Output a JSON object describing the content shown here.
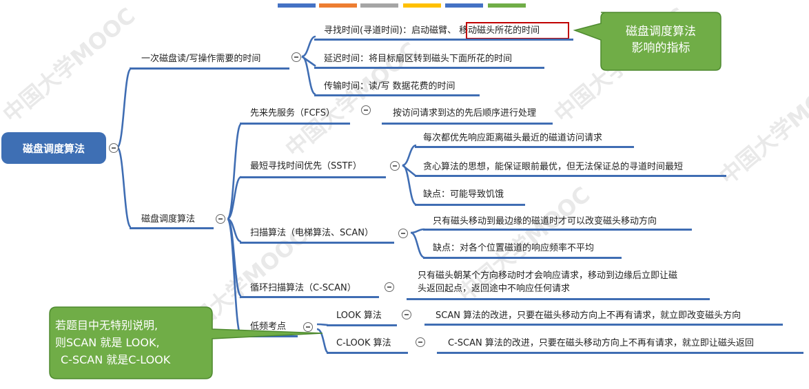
{
  "root": "磁盘调度算法",
  "watermark": "中国大学MOOC",
  "stripe_colors": [
    "#4472c4",
    "#ed7d31",
    "#a5a5a5",
    "#ffc000",
    "#4472c4",
    "#70ad47"
  ],
  "colors": {
    "node_blue": "#3e6fb4",
    "callout_green": "#70ad47",
    "highlight_red": "#c00000"
  },
  "branches": {
    "b1": {
      "label": "一次磁盘读/写操作需要的时间",
      "children": [
        {
          "prefix": "寻找时间(寻道时间)：启动磁臂、",
          "highlight": "移动磁头所花的时间"
        },
        {
          "text": "延迟时间：将目标扇区转到磁头下面所花的时间"
        },
        {
          "text": "传输时间：读/写 数据花费的时间"
        }
      ]
    },
    "b2": {
      "label": "磁盘调度算法",
      "algorithms": [
        {
          "name": "先来先服务（FCFS）",
          "notes": [
            "按访问请求到达的先后顺序进行处理"
          ]
        },
        {
          "name": "最短寻找时间优先（SSTF）",
          "notes": [
            "每次都优先响应距离磁头最近的磁道访问请求",
            "贪心算法的思想，能保证眼前最优，但无法保证总的寻道时间最短",
            "缺点：可能导致饥饿"
          ]
        },
        {
          "name": "扫描算法（电梯算法、SCAN）",
          "notes": [
            "只有磁头移动到最边缘的磁道时才可以改变磁头移动方向",
            "缺点：对各个位置磁道的响应频率不平均"
          ]
        },
        {
          "name": "循环扫描算法（C-SCAN）",
          "notes": [
            "只有磁头朝某个方向移动时才会响应请求，移动到边缘后立即让磁",
            "头返回起点，返回途中不响应任何请求"
          ]
        },
        {
          "name": "低频考点",
          "sub": [
            {
              "name": "LOOK 算法",
              "note": "SCAN 算法的改进，只要在磁头移动方向上不再有请求，就立即改变磁头方向"
            },
            {
              "name": "C-LOOK 算法",
              "note": "C-SCAN 算法的改进，只要在磁头移动方向上不再有请求，就立即让磁头返回"
            }
          ]
        }
      ]
    }
  },
  "callouts": {
    "top": [
      "磁盘调度算法",
      "影响的指标"
    ],
    "bottom": [
      "若题目中无特别说明,",
      "则SCAN 就是 LOOK,",
      "C-SCAN 就是C-LOOK"
    ]
  }
}
